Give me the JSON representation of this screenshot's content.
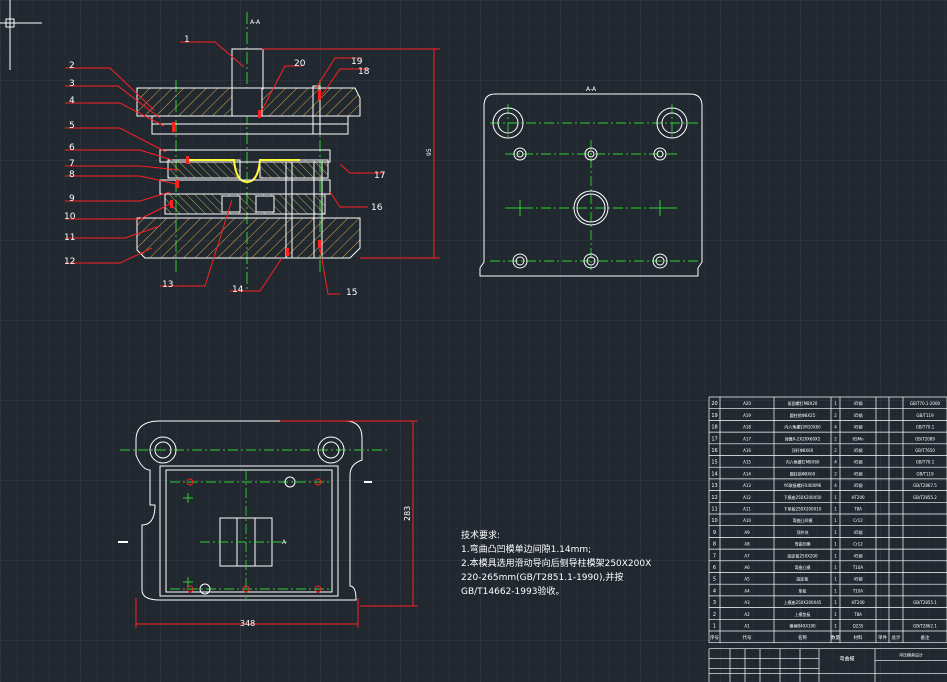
{
  "drawing": {
    "front_view": {
      "part_labels": [
        "1",
        "2",
        "3",
        "4",
        "5",
        "6",
        "7",
        "8",
        "9",
        "10",
        "11",
        "12",
        "13",
        "14",
        "15",
        "16",
        "17",
        "18",
        "19",
        "20"
      ],
      "section_mark": "A-A",
      "height_dimension": "95"
    },
    "side_view": {
      "section_mark": "A-A"
    },
    "top_view": {
      "width_dimension": "348",
      "height_dimension": "283",
      "side_mark": "A"
    },
    "technical_requirements": {
      "title": "技术要求:",
      "lines": [
        "1.弯曲凸凹模单边间隙1.14mm;",
        "2.本模具选用滑动导向后侧导柱模架250X200X",
        "220-265mm(GB/T2851.1-1990),并按",
        "GB/T14662-1993验收。"
      ]
    },
    "bom": {
      "rows": [
        [
          "20",
          "A20",
          "紧固螺钉M8X20",
          "1",
          "45钢",
          "",
          "",
          "GB/T70.1-2000"
        ],
        [
          "19",
          "A19",
          "圆柱销Φ8X25",
          "2",
          "45钢",
          "",
          "",
          "GB/T119"
        ],
        [
          "18",
          "A18",
          "内六角螺钉M10X60",
          "4",
          "45钢",
          "",
          "",
          "GB/T70.1"
        ],
        [
          "17",
          "A17",
          "弹簧A-2X20X60X2",
          "2",
          "65Mn",
          "",
          "",
          "GB/T2089"
        ],
        [
          "16",
          "A16",
          "顶杆Φ8X60",
          "2",
          "45钢",
          "",
          "",
          "GB/T7650"
        ],
        [
          "15",
          "A15",
          "内六角螺钉M8X60",
          "4",
          "45钢",
          "",
          "",
          "GB/T70.1"
        ],
        [
          "14",
          "A14",
          "圆柱销Φ8X60",
          "2",
          "45钢",
          "",
          "",
          "GB/T119"
        ],
        [
          "13",
          "A13",
          "Y6联接螺杆X40XM6",
          "4",
          "45钢",
          "",
          "",
          "GB/T2867.5"
        ],
        [
          "12",
          "A12",
          "下模座250X200X50",
          "1",
          "HT200",
          "",
          "",
          "GB/T2855.2"
        ],
        [
          "11",
          "A11",
          "下垫板250X200X10",
          "1",
          "T8A",
          "",
          "",
          ""
        ],
        [
          "10",
          "A10",
          "弯曲凸凹模",
          "1",
          "Cr12",
          "",
          "",
          ""
        ],
        [
          "9",
          "A9",
          "顶件块",
          "1",
          "45钢",
          "",
          "",
          ""
        ],
        [
          "8",
          "A8",
          "弯曲凹模",
          "1",
          "Cr12",
          "",
          "",
          ""
        ],
        [
          "7",
          "A7",
          "固定板250X200",
          "1",
          "45钢",
          "",
          "",
          ""
        ],
        [
          "6",
          "A6",
          "弯曲凸模",
          "1",
          "T10A",
          "",
          "",
          ""
        ],
        [
          "5",
          "A5",
          "固定板",
          "1",
          "45钢",
          "",
          "",
          ""
        ],
        [
          "4",
          "A4",
          "垫板",
          "1",
          "T10A",
          "",
          "",
          ""
        ],
        [
          "3",
          "A3",
          "上模座250X200X45",
          "1",
          "HT200",
          "",
          "",
          "GB/T2855.1"
        ],
        [
          "2",
          "A2",
          "上模垫板",
          "1",
          "T8A",
          "",
          "",
          ""
        ],
        [
          "1",
          "A1",
          "模柄B40X100",
          "1",
          "Q235",
          "",
          "",
          "GB/T2862.1"
        ]
      ],
      "header": [
        "序号",
        "代号",
        "名称",
        "数量",
        "材料",
        "单件",
        "总计",
        "备注"
      ],
      "footer": [
        "",
        "",
        "",
        "",
        "",
        "弯曲模",
        "",
        "冲压模具设计"
      ]
    }
  }
}
